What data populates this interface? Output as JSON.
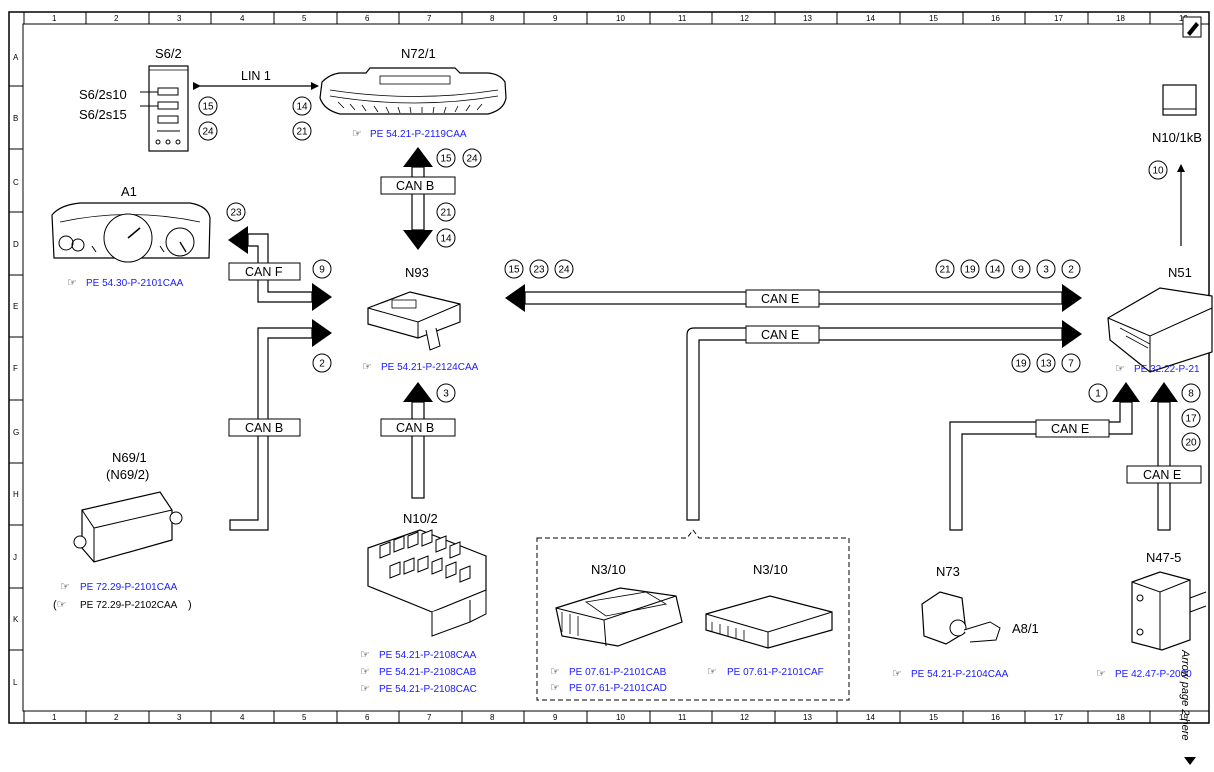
{
  "grid": {
    "columns": [
      "1",
      "2",
      "3",
      "4",
      "5",
      "6",
      "7",
      "8",
      "9",
      "10",
      "11",
      "12",
      "13",
      "14",
      "15",
      "16",
      "17",
      "18",
      "19"
    ],
    "rows": [
      "A",
      "B",
      "C",
      "D",
      "E",
      "F",
      "G",
      "H",
      "J",
      "K",
      "L"
    ]
  },
  "components": {
    "s6_2": {
      "label": "S6/2",
      "switch1": "S6/2s10",
      "switch2": "S6/2s15"
    },
    "n72_1": {
      "label": "N72/1",
      "ref": "PE 54.21-P-2119CAA"
    },
    "a1": {
      "label": "A1",
      "ref": "PE 54.30-P-2101CAA"
    },
    "n93": {
      "label": "N93",
      "ref": "PE 54.21-P-2124CAA"
    },
    "n10_1kb": {
      "label": "N10/1kB"
    },
    "n51": {
      "label": "N51",
      "ref": "PE 32.22-P-21"
    },
    "n69_1": {
      "label": "N69/1",
      "alt_label": "(N69/2)",
      "ref": "PE 72.29-P-2101CAA",
      "alt_ref": "PE 72.29-P-2102CAA"
    },
    "n10_2": {
      "label": "N10/2",
      "ref1": "PE 54.21-P-2108CAA",
      "ref2": "PE 54.21-P-2108CAB",
      "ref3": "PE 54.21-P-2108CAC"
    },
    "n3_10_a": {
      "label": "N3/10",
      "ref1": "PE 07.61-P-2101CAB",
      "ref2": "PE 07.61-P-2101CAD"
    },
    "n3_10_b": {
      "label": "N3/10",
      "ref": "PE 07.61-P-2101CAF"
    },
    "n73": {
      "label": "N73",
      "ref": "PE 54.21-P-2104CAA"
    },
    "a8_1": {
      "label": "A8/1"
    },
    "n47_5": {
      "label": "N47-5",
      "ref": "PE 42.47-P-2000"
    }
  },
  "buses": {
    "lin1": "LIN 1",
    "can_b": "CAN B",
    "can_f": "CAN F",
    "can_e": "CAN E"
  },
  "signals": {
    "s6_15": "15",
    "s6_24": "24",
    "n72_14": "14",
    "n72_21": "21",
    "canb_up_15": "15",
    "canb_up_24": "24",
    "canb_dn_21": "21",
    "canb_dn_14": "14",
    "a1_23": "23",
    "canf_9": "9",
    "n69_2": "2",
    "n10_2_3": "3",
    "cane_l_15": "15",
    "cane_l_23": "23",
    "cane_l_24": "24",
    "cane_r_21": "21",
    "cane_r_19": "19",
    "cane_r_14": "14",
    "cane_r_9": "9",
    "cane_r_3": "3",
    "cane_r_2": "2",
    "cane2_19": "19",
    "cane2_13": "13",
    "cane2_7": "7",
    "n73_1": "1",
    "n47_8": "8",
    "n47_17": "17",
    "n47_20": "20",
    "n10_1kb_10": "10"
  },
  "side_note": "Arrow page 2 here"
}
